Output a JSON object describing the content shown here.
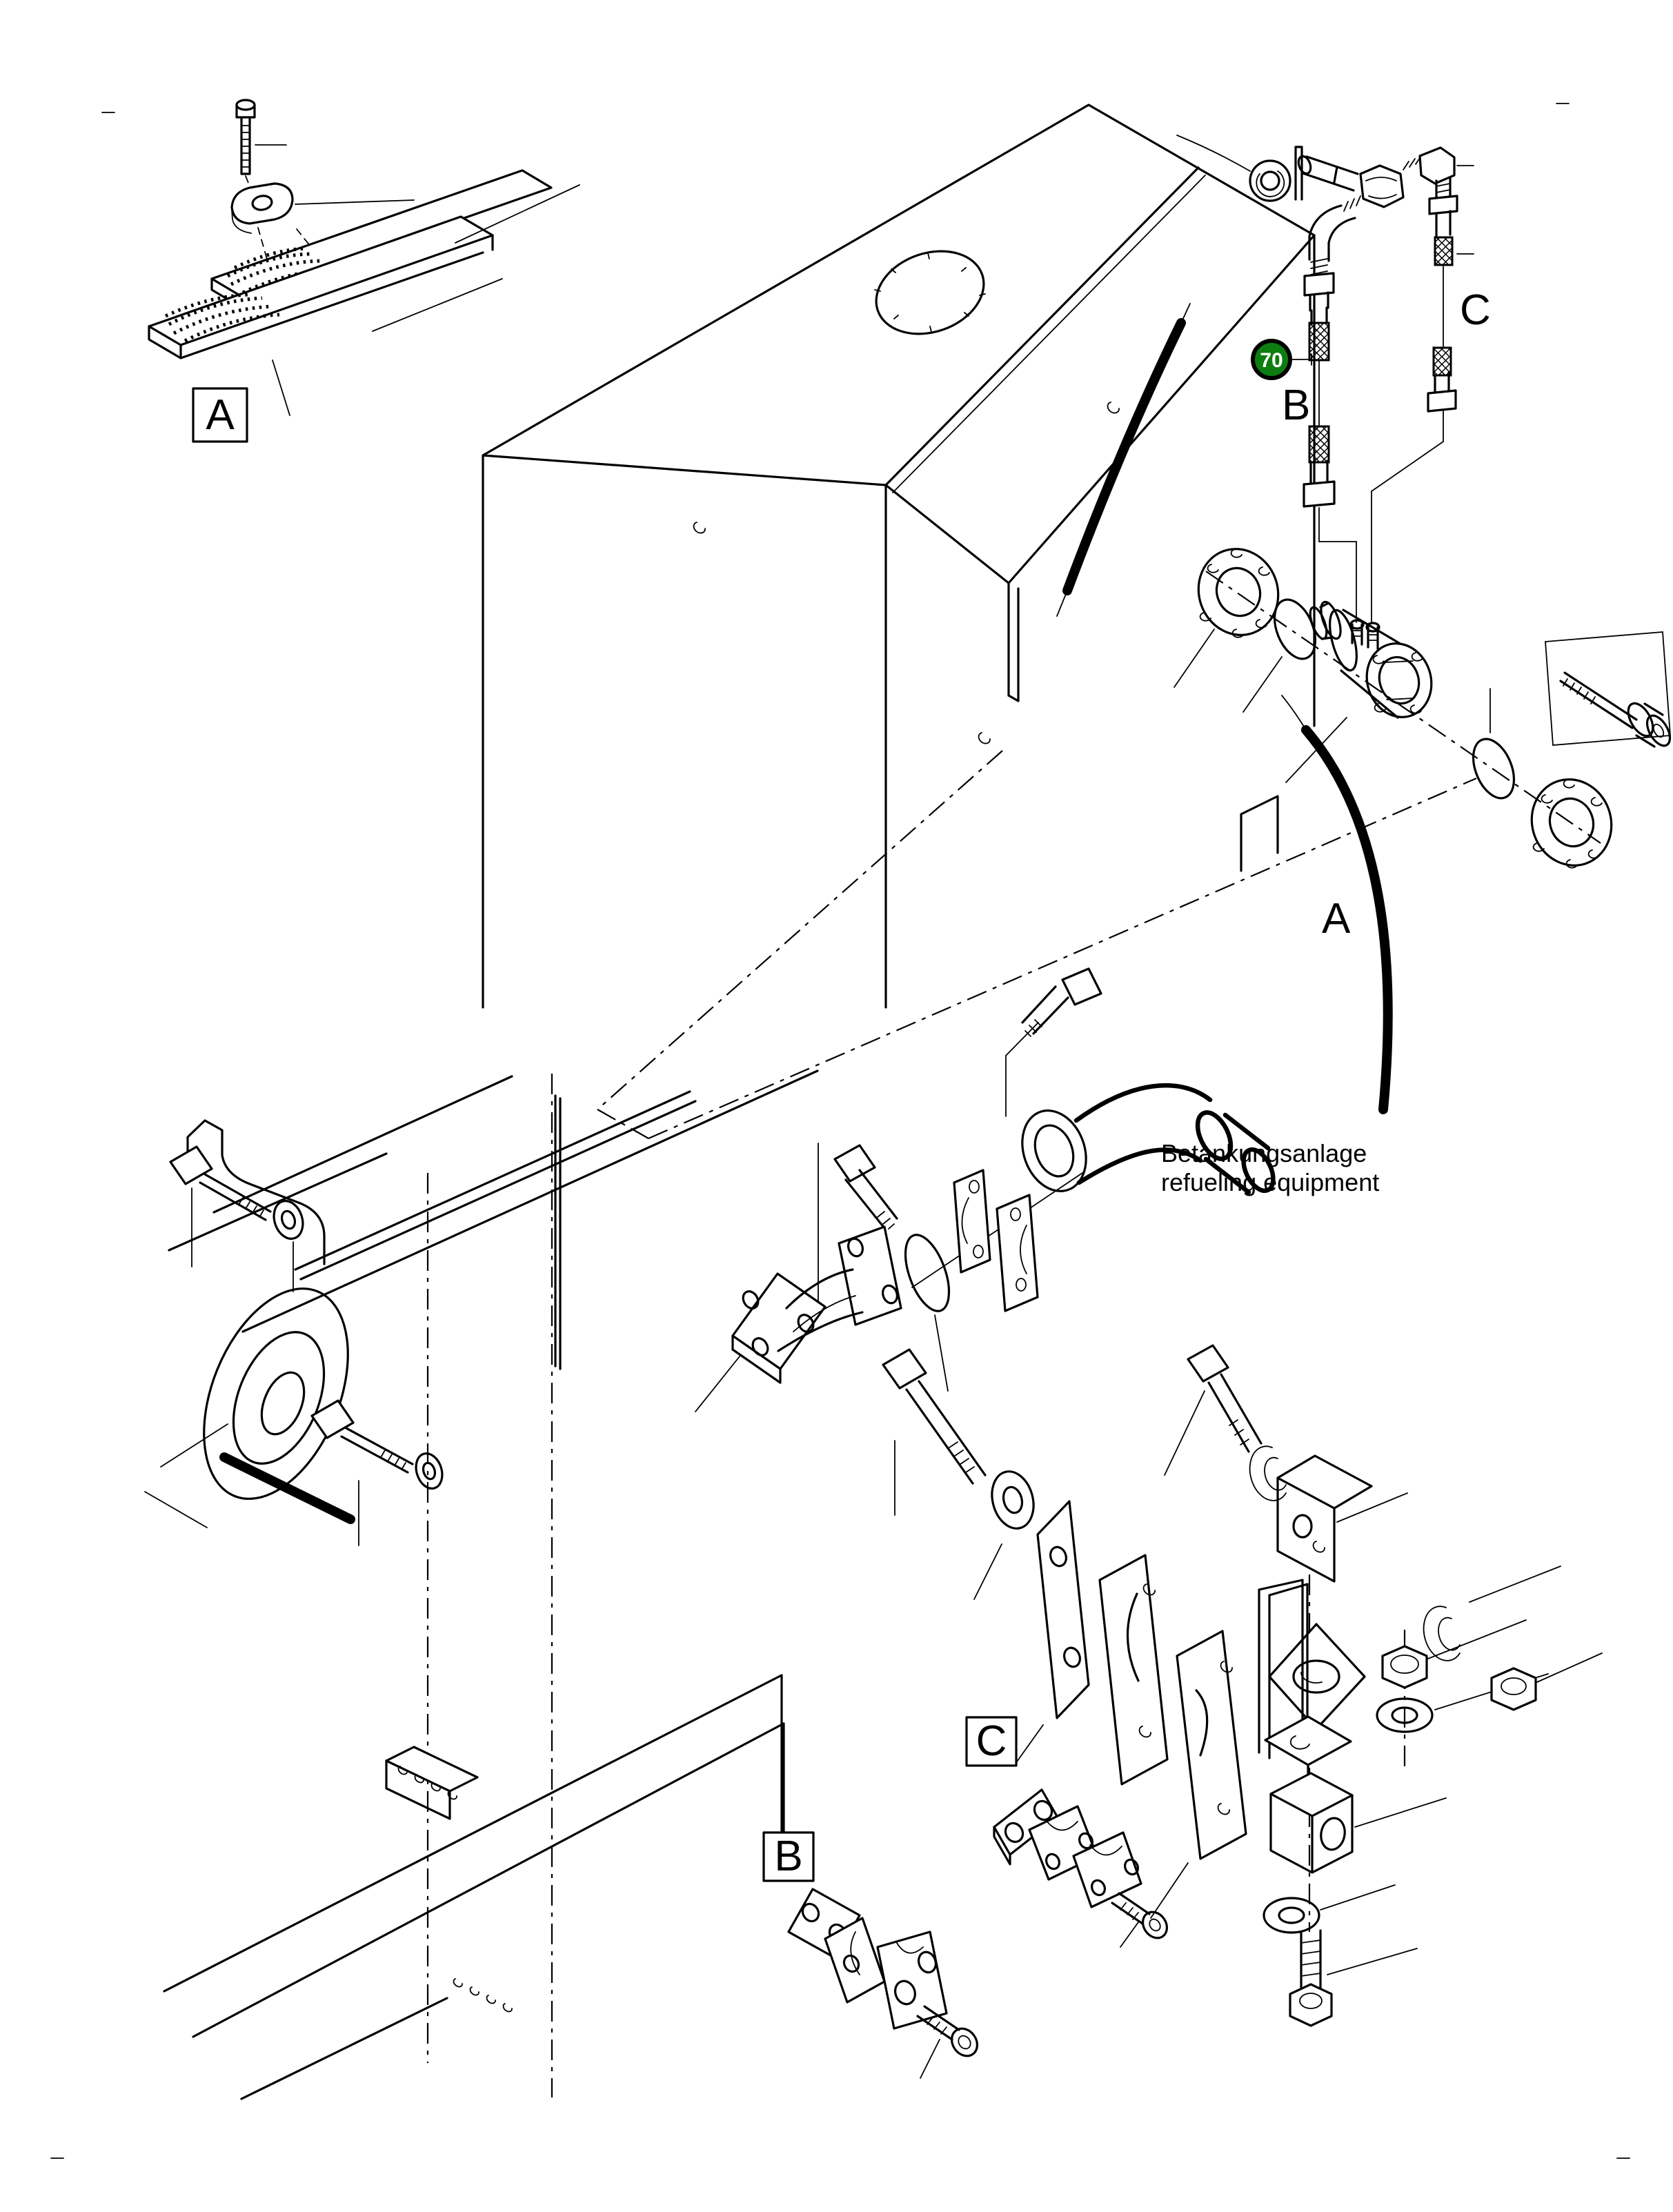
{
  "page": {
    "background": "#ffffff",
    "line_color": "#000000"
  },
  "annotation": {
    "line1": "Betankungsanlage",
    "line2": "refueling equipment"
  },
  "labels": {
    "detail_a_box": "A",
    "ref_a": "A",
    "ref_b": "B",
    "ref_c": "C",
    "detail_b_box": "B",
    "detail_c_box": "C"
  },
  "callouts": [
    {
      "number": "70",
      "fill": "#0e7d10",
      "text_color": "#ffffff"
    }
  ]
}
